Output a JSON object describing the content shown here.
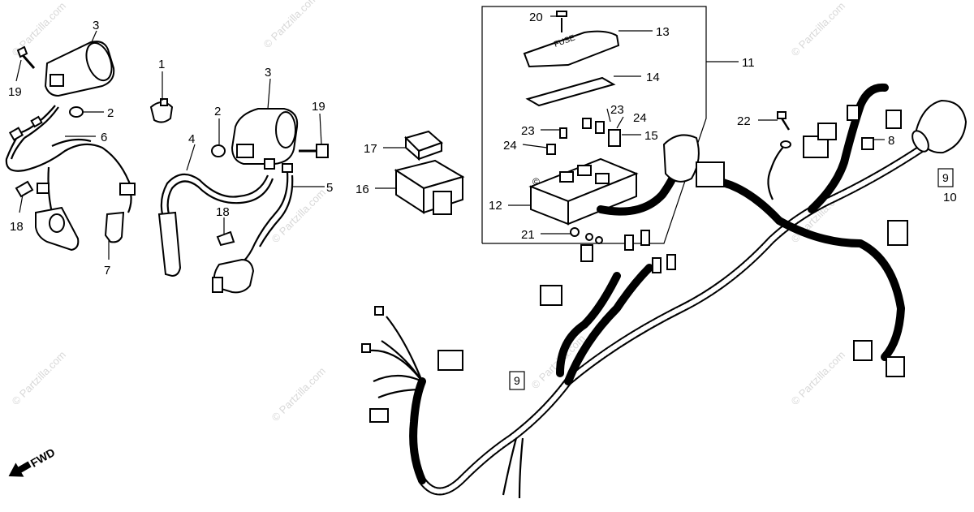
{
  "callouts": {
    "c1": "1",
    "c2a": "2",
    "c2b": "2",
    "c3a": "3",
    "c3b": "3",
    "c4": "4",
    "c5": "5",
    "c6": "6",
    "c7": "7",
    "c8": "8",
    "c9a": "9",
    "c9b": "9",
    "c10": "10",
    "c11": "11",
    "c12": "12",
    "c13": "13",
    "c14": "14",
    "c15": "15",
    "c16": "16",
    "c17": "17",
    "c18a": "18",
    "c18b": "18",
    "c19a": "19",
    "c19b": "19",
    "c20": "20",
    "c21": "21",
    "c22": "22",
    "c23a": "23",
    "c23b": "23",
    "c24a": "24",
    "c24b": "24"
  },
  "fuse_label": "FUSE",
  "forward_label": "FWD",
  "watermark": "© Partzilla.com",
  "copyright_symbol": "©"
}
